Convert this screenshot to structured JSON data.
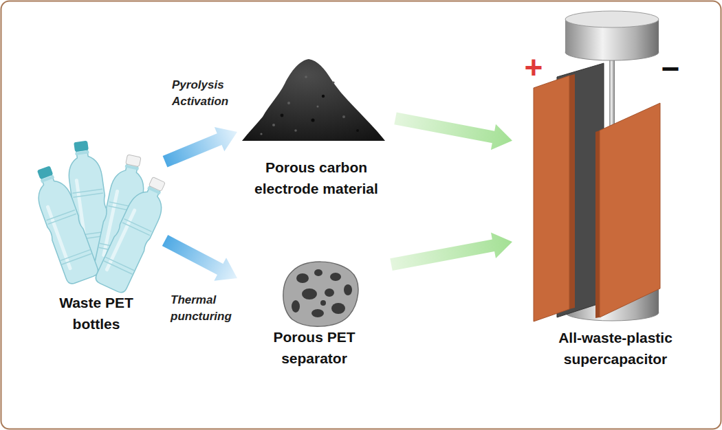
{
  "diagram": {
    "nodes": [
      {
        "text": [
          "Waste PET bottles"
        ]
      },
      {
        "text": [
          "Porous carbon electrode material"
        ]
      },
      {
        "text": [
          "Porous PET separator"
        ]
      },
      {
        "text": [
          "All-waste-plastic supercapacitor"
        ]
      }
    ],
    "edges": [
      {
        "from": 0,
        "to": 1,
        "arrow": "to",
        "label": "Pyrolysis Activation"
      },
      {
        "from": 0,
        "to": 2,
        "arrow": "to",
        "label": "Thermal puncturing"
      },
      {
        "from": 1,
        "to": 3,
        "arrow": "to"
      },
      {
        "from": 2,
        "to": 3,
        "arrow": "to"
      }
    ],
    "labels": [
      "+",
      "−"
    ]
  }
}
